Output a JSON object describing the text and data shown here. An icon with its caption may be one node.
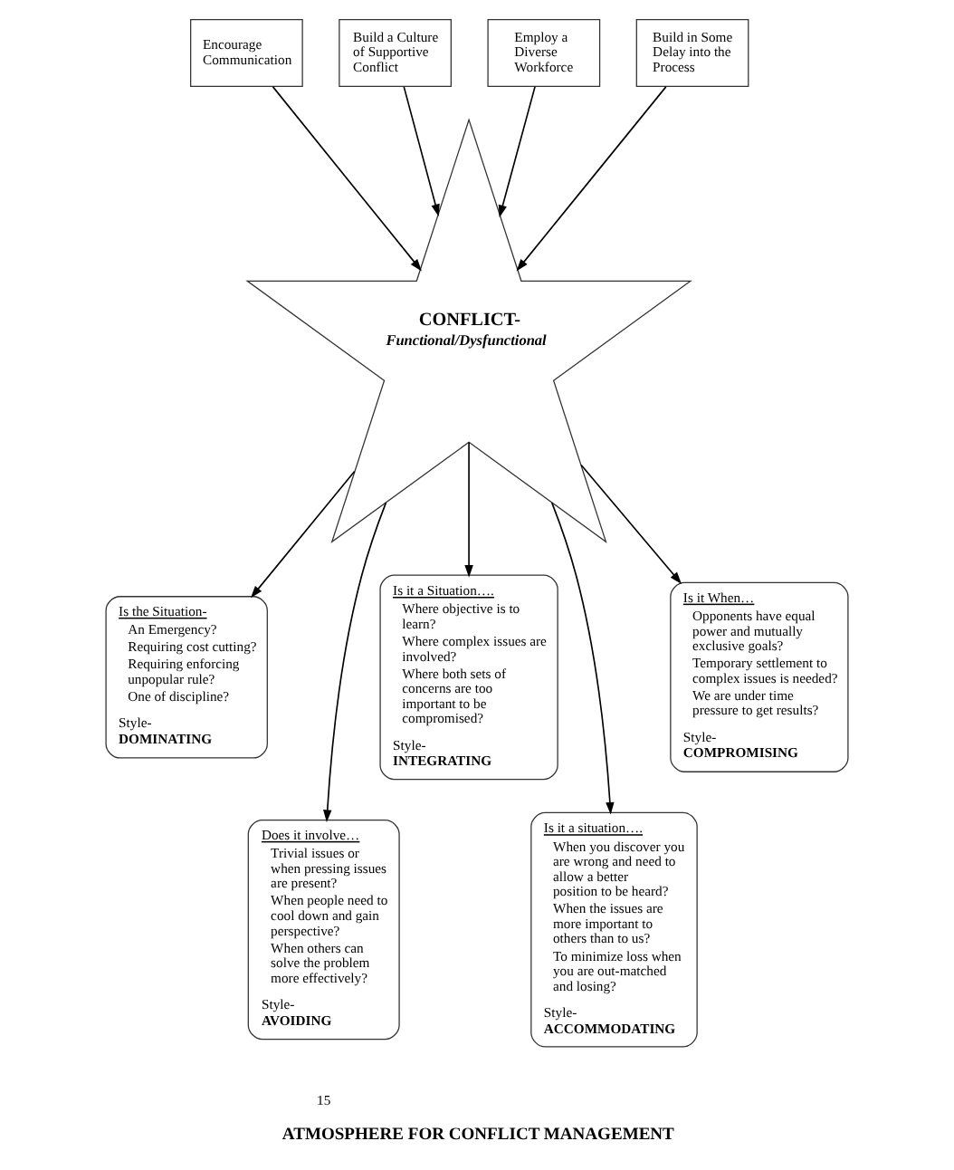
{
  "diagram": {
    "caption": "ATMOSPHERE FOR CONFLICT MANAGEMENT",
    "nodes": [
      {
        "text": [
          "Encourage Communication"
        ]
      },
      {
        "text": [
          "Build a Culture of Supportive Conflict"
        ]
      },
      {
        "text": [
          "Employ a Diverse Workforce"
        ]
      },
      {
        "text": [
          "Build in Some Delay into the Process"
        ]
      },
      {
        "text": [
          "CONFLICT-",
          "Functional/Dysfunctional"
        ]
      },
      {
        "text": [
          "Is the Situation-",
          "An Emergency?",
          "Requiring cost cutting?",
          "Requiring enforcing unpopular rule?",
          "One of discipline?",
          "Style-",
          "DOMINATING"
        ]
      },
      {
        "text": [
          "Is it a Situation….",
          "Where objective is to learn?",
          "Where complex issues are involved?",
          "Where both sets of concerns are too important to be compromised?",
          "Style-",
          "INTEGRATING"
        ]
      },
      {
        "text": [
          "Is it When…",
          "Opponents have equal power and mutually exclusive goals?",
          "Temporary settlement to complex issues is needed?",
          "We are under time pressure to get results?",
          "Style-",
          "COMPROMISING"
        ]
      },
      {
        "text": [
          "Does it involve…",
          "Trivial issues or when pressing issues are present?",
          "When people need to cool down and gain perspective?",
          "When others can solve the problem more effectively?",
          "Style-",
          "AVOIDING"
        ]
      },
      {
        "text": [
          "Is it a situation….",
          "When you discover you are wrong and need to allow a better position to be heard?",
          "When the issues are more important to others than to us?",
          "To minimize loss when you are out-matched and losing?",
          "Style-",
          "ACCOMMODATING"
        ]
      }
    ],
    "edges": [
      {
        "from": 0,
        "to": 4,
        "arrow": "to"
      },
      {
        "from": 1,
        "to": 4,
        "arrow": "to"
      },
      {
        "from": 2,
        "to": 4,
        "arrow": "to"
      },
      {
        "from": 3,
        "to": 4,
        "arrow": "to"
      },
      {
        "from": 4,
        "to": 5,
        "arrow": "to"
      },
      {
        "from": 4,
        "to": 8,
        "arrow": "to"
      },
      {
        "from": 4,
        "to": 6,
        "arrow": "to"
      },
      {
        "from": 4,
        "to": 9,
        "arrow": "to"
      },
      {
        "from": 4,
        "to": 7,
        "arrow": "to"
      }
    ],
    "labels": [
      "15"
    ]
  }
}
